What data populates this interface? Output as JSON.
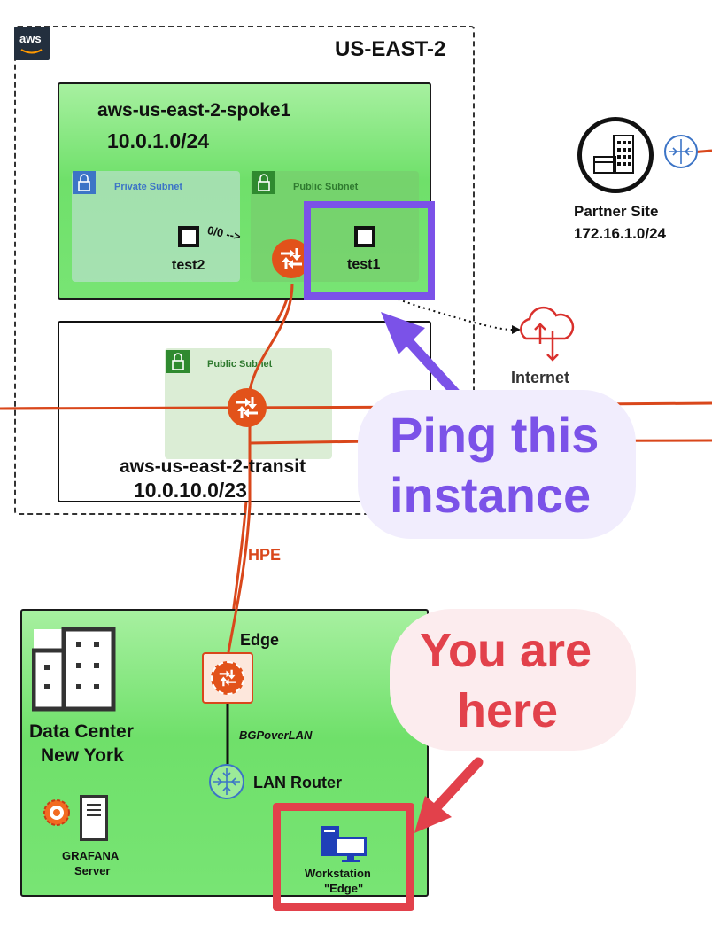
{
  "region": {
    "aws_logo": "aws",
    "label": "US-EAST-2"
  },
  "spoke": {
    "name": "aws-us-east-2-spoke1",
    "cidr": "10.0.1.0/24",
    "private_subnet": "Private Subnet",
    "public_subnet": "Public Subnet",
    "test2": "test2",
    "test1": "test1",
    "route_label": "0/0 -->"
  },
  "transit": {
    "public_subnet": "Public Subnet",
    "name": "aws-us-east-2-transit",
    "cidr": "10.0.10.0/23"
  },
  "partner": {
    "name": "Partner Site",
    "cidr": "172.16.1.0/24"
  },
  "internet": {
    "label": "Internet"
  },
  "link": {
    "hpe": "HPE",
    "bgp": "BGPoverLAN"
  },
  "datacenter": {
    "name_line1": "Data Center",
    "name_line2": "New York",
    "edge": "Edge",
    "lan_router": "LAN Router",
    "grafana_line1": "GRAFANA",
    "grafana_line2": "Server",
    "workstation_line1": "Workstation",
    "workstation_line2": "\"Edge\""
  },
  "callouts": {
    "ping_line1": "Ping this",
    "ping_line2": "instance",
    "here_line1": "You are",
    "here_line2": "here"
  },
  "colors": {
    "link_orange": "#d9471b",
    "router_orange": "#e2521a",
    "ping_purple": "#7b52e8",
    "here_red": "#e2414b",
    "ping_bubble": "#f1edfd",
    "here_bubble": "#fcecee",
    "private_blue": "#3c74c6",
    "public_green": "#2f8a2f"
  },
  "icons": [
    "aws-logo",
    "lock-icon",
    "router-icon",
    "building-icon",
    "cloud-icon",
    "grafana-icon",
    "server-icon",
    "workstation-icon"
  ]
}
